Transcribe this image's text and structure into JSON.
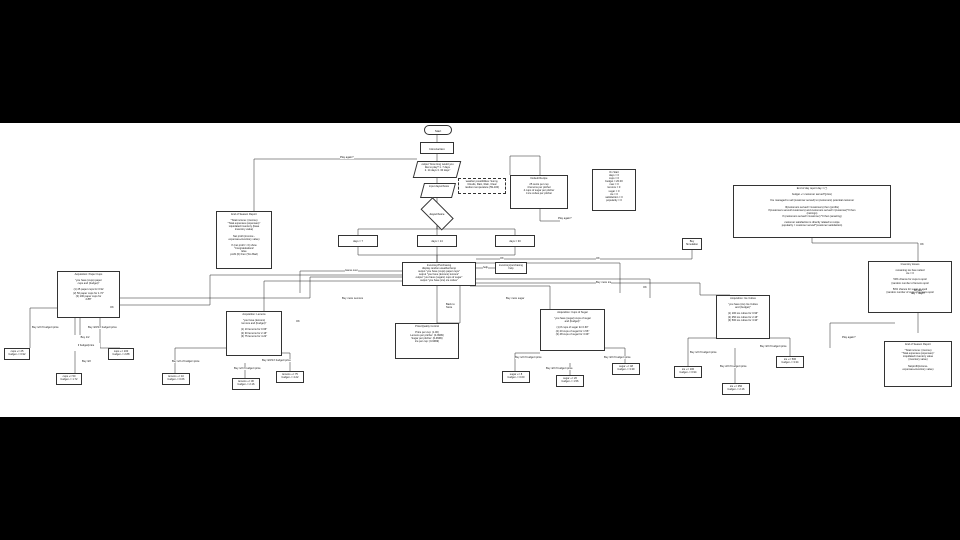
{
  "nodes": {
    "start": "Start",
    "introduction": "Introduction",
    "output_how_long": "output \"How long would you\nlike to play? 1. 7 days\n2. 14 days 3. 30 days\"",
    "input_days": "input days/choice",
    "weather_note": "weather possibilities: Sunny,\nClouds, Rain, Rain, Clear\nrandom temperature (59-100)",
    "default_recipe": "Default Recipe\n\n25 cents per cup\n4 lemons per pitcher\n4 cups of sugar per pitcher\n4 ice cubes per pitcher",
    "on_start": "On Start\ndays = 0\ncups = 0\nbudget = 20.00\nmax = 0\nlemons = 0\nsugar = 0\nice = 0\nsatisfaction = 0\npopularity = 0",
    "day_choice": "days/choice",
    "days7": "days = 7",
    "days14": "days = 14",
    "days30": "days = 30",
    "end_season_left": "End of Season Report\n\n\"Total income: (income)\n\"Total expenses (expenses)\"\nLiquidated inventory (base\ninventory value)\n\nNet profit (income -\nexpenses+inventory value)\n\nIf (net profit > 0) show\n\"Congratulations!\nElse\nprofit (0) then (Too Bad)",
    "inventory_purchasing": "Inventory/Purchasing\ndisplay random weather/temp\noutput \"you have (cups) paper cups\"\noutput \"you have (lemons) lemons\"\noutput \"you have (sugars) cups of sugar\"\noutput \"you have (ice) ice cubes\"",
    "inventory_help": "inventory/purchasing\nhelp",
    "acq_paper_cups": "Acquisition: Paper Cups\n\n\"you have (cups) paper\ncups and (budget)\"\n\n(1) 25 paper cups for 0.92\n(2) 50 paper cups for 1.72\"\n(3) 100 paper cups for\n2.88\"",
    "cups25": "cups += 25\nbudget -= 0.92",
    "buy_paper_1": "Buy 1/2",
    "paper_budget_sel": "if budget/price",
    "cups50": "cups += 50\nbudget -= 1.72",
    "cups100": "cups += 100\nbudget -= 2.88",
    "acq_lemons": "Acquisition: Lemons\n\n\"you have (lemons)\nlemons and (budget)\"\n\n(1) 10 lemons for 0.66\"\n(2) 30 lemons for 2.16\"\n(3) 75 lemons for 4.22\"",
    "lemons10": "lemons += 10\nbudget -= 0.66",
    "lemons30": "lemons += 30\nbudget -= 2.16",
    "lemons75": "lemons += 75\nbudget -= 4.22",
    "price_quality": "Price/Quality Control\n\nPrice per cup: (1.00)\nLemons per pitcher: (0-9999)\nSugar per pitcher: (0-9999)\nIce per cup: (0-9999)",
    "acq_sugar": "Acquisition: Cups of Sugar\n\n\"you have (sugar) cups of sugar\nand (budget)\"\n\n(1) 8 cups of sugar for 0.60\"\n(2) 20 cups of sugar for 1.56\"\n(3) 48 cups of sugar for 3.39\"",
    "sugar8": "sugar += 8\nbudget -= 0.60",
    "sugar20": "sugar += 20\nbudget -= 1.56",
    "sugar48": "sugar += 48\nbudget -= 3.39",
    "end_of_day": "End of day report day = (\")\n\nbudget += customer served*(price)\n\nYou managed to sell (customer served) to (customers) potential customer\n\nIf(customers served<=customers) then (profits)\nIf(customers served>customers) and customers served>=(customer)*0 then\n(rainings)\nIf (customers served>=customer) *0 then (amazing)\n\ncustomer satisfaction is directly related to recipe\npopularity = customer served*(customer satisfaction)",
    "buy_simulation": "Buy\nSimulation",
    "acq_ice": "Acquisition: Ice Cubes\n\n\"you have (ice) Ice Cubes\nand (budget)\"\n\n(1) 100 ice cubes for 0.93\"\n(2) 250 ice cubes for 2.16\"\n(3) 500 ice cubes for 3.34\"",
    "ice100": "ice += 100\nbudget -= 0.94",
    "ice250": "ice += 250\nbudget -= 2.16",
    "ice500": "ice += 500\nbudget -= 3.34",
    "inventory_losses": "Inventory losses\n\nremaining ice has melted\nice = 0\n\n50% chance for cups to spoil\n(random number of lemons spoil\n\n50% chance for sugar to spoil\n(random number of cups of sugar to spoil",
    "on_last_day": "On last\nday < days?",
    "end_season_right": "End of Season Report\n\n\"Total income: (income)\n\"Total expenses (expenses)\"\nLiquidated inventory value\n(inventory value)\n\nNetprofit(income-\nexpenses+inventory value)"
  },
  "edge_labels": {
    "play_again_top": "Play again?",
    "play_again_mid": "Play again?",
    "play_again_right": "Play again?",
    "game_over": "Game over",
    "help": "help",
    "buy_more_lemons": "Buy more Lemons",
    "buy_more_sugar": "Buy more sugar",
    "buy_more_ice": "Buy more ice",
    "ok_1": "OK",
    "ok_2": "OK",
    "ok_3": "OK",
    "ok_4": "OK",
    "ok_5": "OK",
    "ok_6": "OK",
    "back_to_store": "Back to\nStore",
    "paper_buy_left": "Buy 1/2 if budget>price",
    "paper_buy_right": "Buy 3/2/3 if budget>price",
    "paper_buy_2": "Buy 3/2",
    "lemon_buy_1": "Buy 1/2 of budget>price",
    "lemon_buy_2": "Buy 1/2 if budget>price",
    "lemon_buy_3": "Buy 3/2/3 if budget>price",
    "sugar_buy_1": "Buy 1/2 if budget>price",
    "sugar_buy_2": "Buy 4/2 if budget>price",
    "sugar_buy_3": "Buy 3/2 if budget>price",
    "ice_buy_1": "Buy 1/2 if budget>price",
    "ice_buy_2": "Buy 2/2 if budget>price",
    "ice_buy_3": "Buy 3/2 if budget>price"
  }
}
